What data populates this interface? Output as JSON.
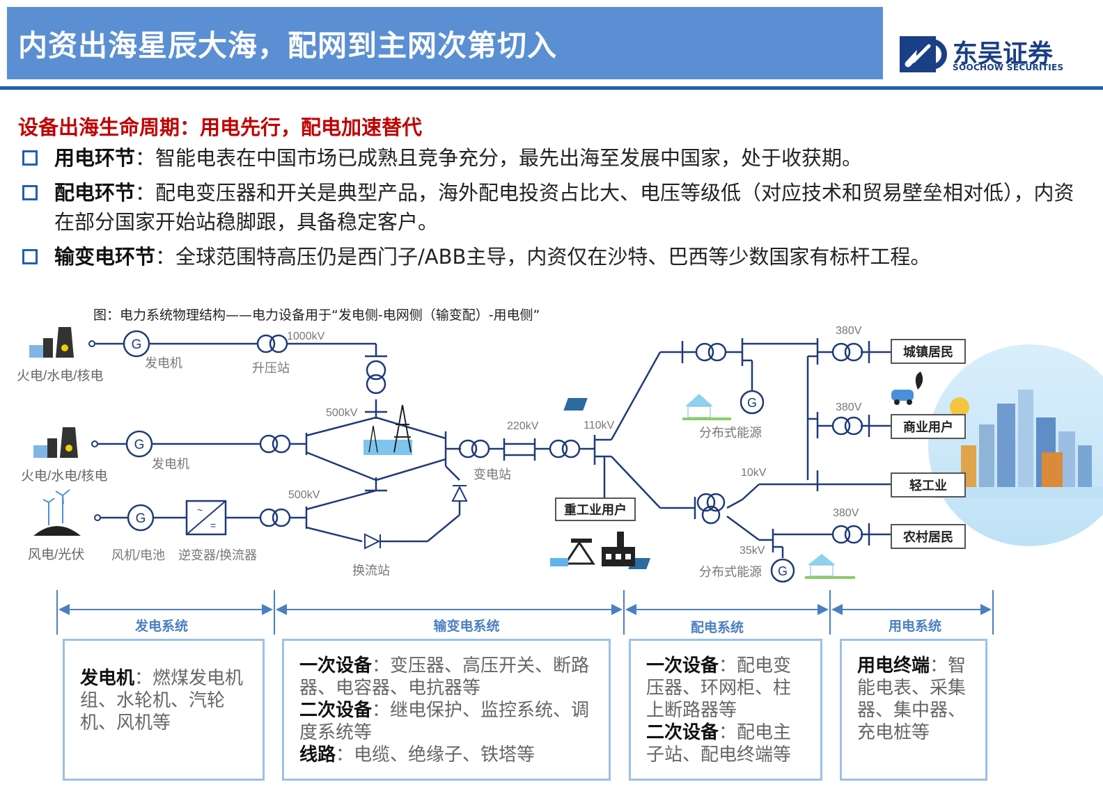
{
  "header": {
    "title": "内资出海星辰大海，配网到主网次第切入"
  },
  "logo": {
    "name_cn": "东吴证券",
    "name_en": "SOOCHOW SECURITIES"
  },
  "subhead": "设备出海生命周期：用电先行，配电加速替代",
  "bullets": [
    {
      "label": "用电环节",
      "text": "：智能电表在中国市场已成熟且竞争充分，最先出海至发展中国家，处于收获期。"
    },
    {
      "label": "配电环节",
      "text": "：配电变压器和开关是典型产品，海外配电投资占比大、电压等级低（对应技术和贸易壁垒相对低），内资在部分国家开始站稳脚跟，具备稳定客户。"
    },
    {
      "label": "输变电环节",
      "text": "：全球范围特高压仍是西门子/ABB主导，内资仅在沙特、巴西等少数国家有标杆工程。"
    }
  ],
  "caption": "图：电力系统物理结构——电力设备用于“发电侧-电网侧（输变配）-用电侧”",
  "diagram": {
    "sources": [
      "火电/水电/核电",
      "火电/水电/核电",
      "风电/光伏"
    ],
    "generator_symbol": "G",
    "labels": {
      "generator": "发电机",
      "step_up": "升压站",
      "wind_battery": "风机/电池",
      "inverter": "逆变器/换流器",
      "converter_station": "换流站",
      "substation": "变电站",
      "distributed_energy": "分布式能源",
      "heavy_industry": "重工业用户"
    },
    "voltages": {
      "v1000": "1000kV",
      "v500a": "500kV",
      "v500b": "500kV",
      "v220": "220kV",
      "v110": "110kV",
      "v10": "10kV",
      "v35": "35kV",
      "v380a": "380V",
      "v380b": "380V",
      "v380c": "380V"
    },
    "consumers": [
      "城镇居民",
      "商业用户",
      "轻工业",
      "农村居民"
    ]
  },
  "systems": [
    {
      "name": "发电系统"
    },
    {
      "name": "输变电系统"
    },
    {
      "name": "配电系统"
    },
    {
      "name": "用电系统"
    }
  ],
  "boxes": [
    {
      "parts": [
        {
          "label": "发电机",
          "text": "：燃煤发电机组、水轮机、汽轮机、风机等"
        }
      ]
    },
    {
      "parts": [
        {
          "label": "一次设备",
          "text": "：变压器、高压开关、断路器、电容器、电抗器等"
        },
        {
          "label": "二次设备",
          "text": "：继电保护、监控系统、调度系统等"
        },
        {
          "label": "线路",
          "text": "：电缆、绝缘子、铁塔等"
        }
      ]
    },
    {
      "parts": [
        {
          "label": "一次设备",
          "text": "：配电变压器、环网柜、柱上断路器等"
        },
        {
          "label": "二次设备",
          "text": "：配电主子站、配电终端等"
        }
      ]
    },
    {
      "parts": [
        {
          "label": "用电终端",
          "text": "：智能电表、采集器、集中器、充电桩等"
        }
      ]
    }
  ],
  "colors": {
    "title_bg": "#5b8fd4",
    "brand_blue": "#1f5fb3",
    "accent_red": "#c00000",
    "line_navy": "#1f3a7a",
    "box_border": "#9cc0e8",
    "system_label": "#4a7fc1"
  }
}
